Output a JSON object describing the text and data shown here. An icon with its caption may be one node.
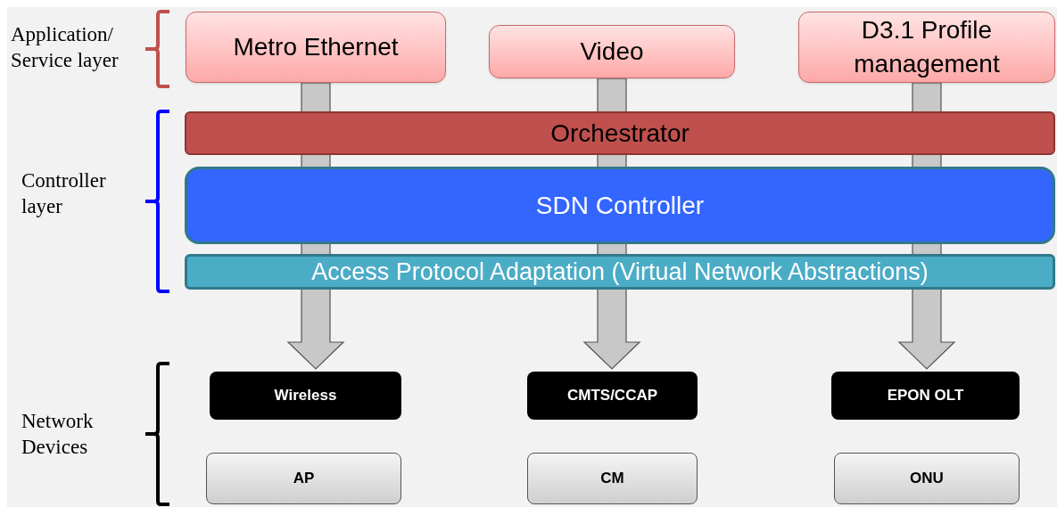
{
  "diagram": {
    "nodes": [
      {
        "text": [
          "Metro Ethernet"
        ]
      },
      {
        "text": [
          "Video"
        ]
      },
      {
        "text": [
          "D3.1 Profile management"
        ]
      },
      {
        "text": [
          "Orchestrator"
        ]
      },
      {
        "text": [
          "SDN Controller"
        ]
      },
      {
        "text": [
          "Access Protocol Adaptation (Virtual Network Abstractions)"
        ]
      },
      {
        "text": [
          "Wireless"
        ]
      },
      {
        "text": [
          "CMTS/CCAP"
        ]
      },
      {
        "text": [
          "EPON OLT"
        ]
      },
      {
        "text": [
          "AP"
        ]
      },
      {
        "text": [
          "CM"
        ]
      },
      {
        "text": [
          "ONU"
        ]
      }
    ],
    "edges": [
      {
        "from": 0,
        "to": 6,
        "arrow": "to",
        "style": "thick"
      },
      {
        "from": 1,
        "to": 7,
        "arrow": "to",
        "style": "thick"
      },
      {
        "from": 2,
        "to": 8,
        "arrow": "to",
        "style": "thick"
      }
    ],
    "labels": [
      "Application/ Service layer",
      "Controller layer",
      "Network Devices"
    ]
  }
}
